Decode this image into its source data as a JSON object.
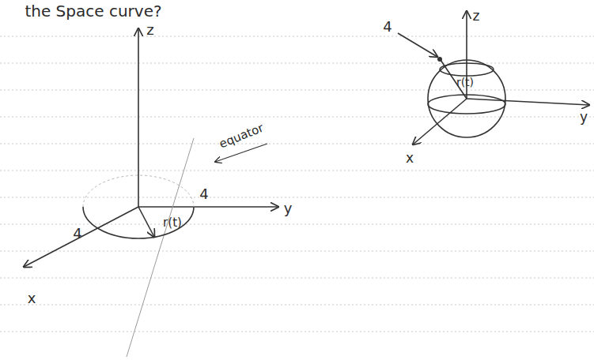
{
  "diagram": {
    "labels": [
      "the Space curve?",
      "z",
      "y",
      "x",
      "4",
      "4",
      "r(t)",
      "equator",
      "z",
      "y",
      "x",
      "4",
      "r(t)"
    ]
  }
}
